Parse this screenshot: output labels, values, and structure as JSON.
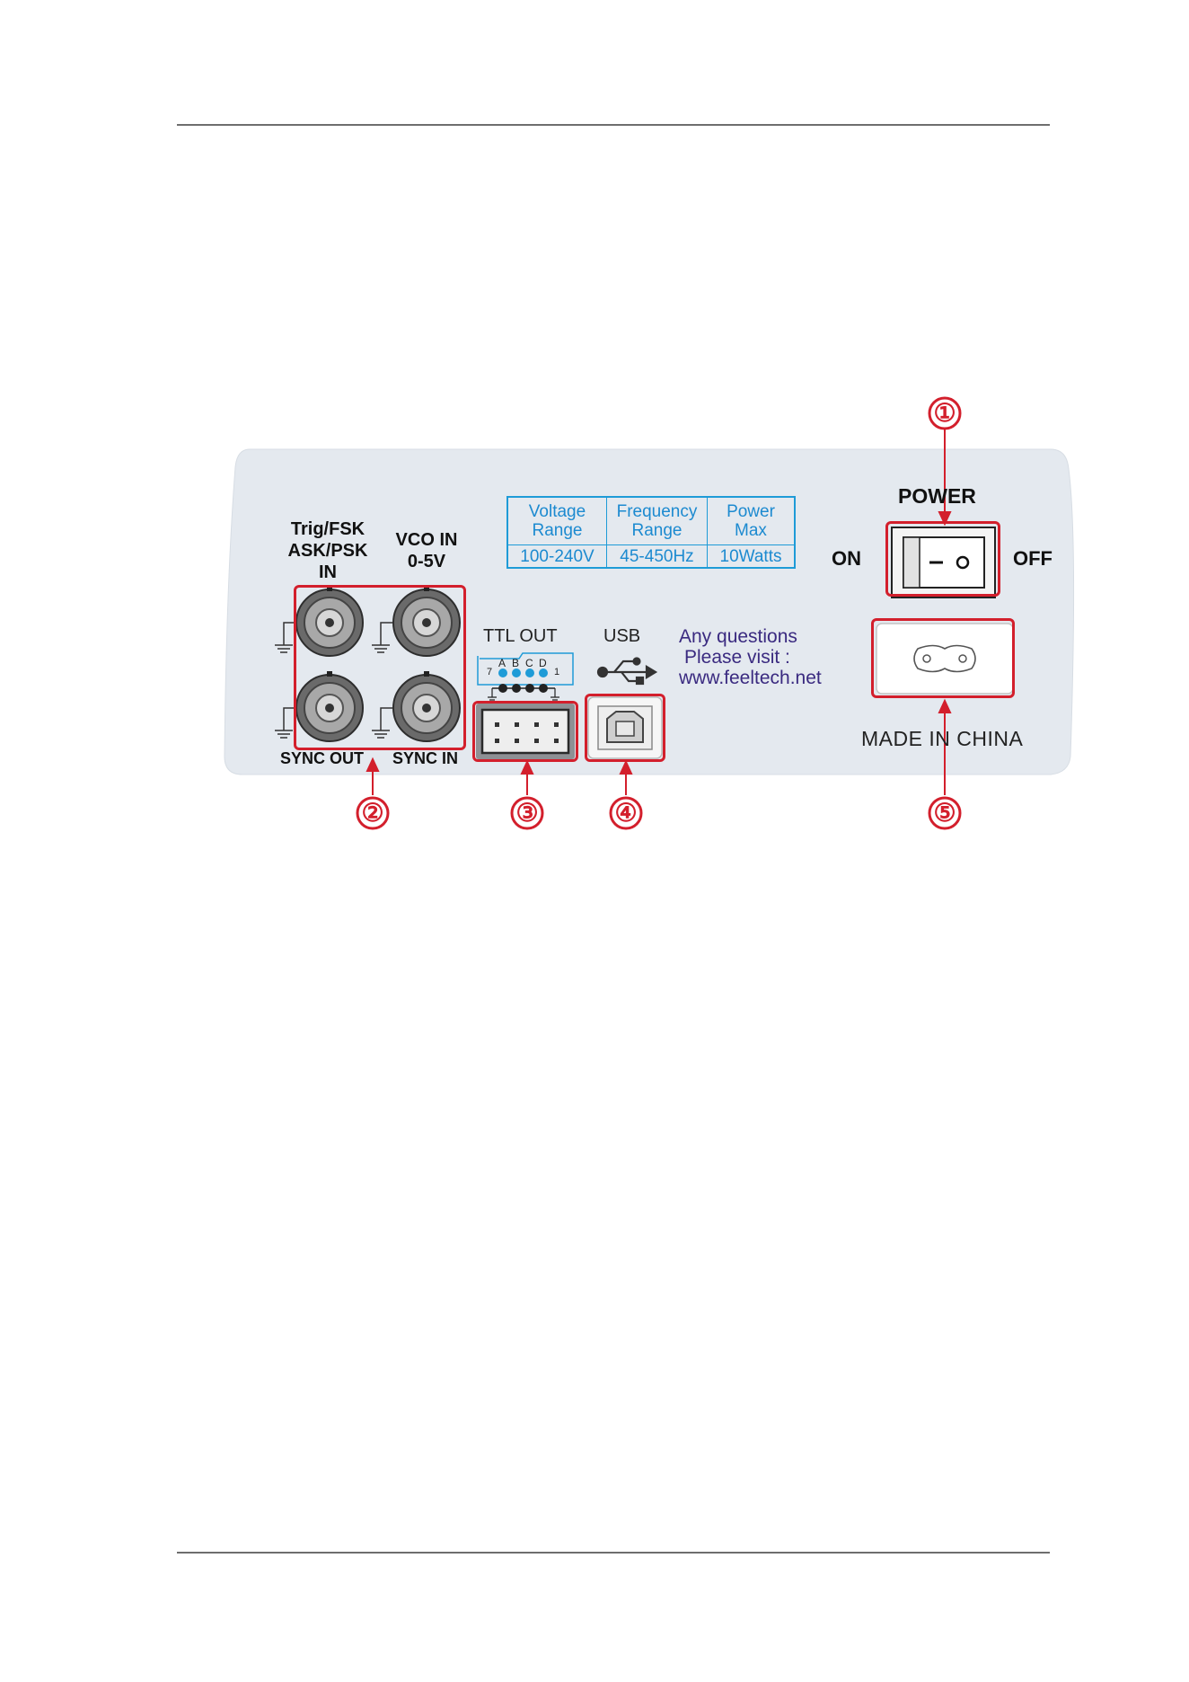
{
  "panel": {
    "bnc_labels": {
      "trig_line1": "Trig/FSK",
      "trig_line2": "ASK/PSK",
      "trig_line3": "IN",
      "vco_line1": "VCO IN",
      "vco_line2": "0-5V",
      "sync_out": "SYNC OUT",
      "sync_in": "SYNC IN"
    },
    "spec_table": {
      "headers": [
        "Voltage\nRange",
        "Frequency\nRange",
        "Power\nMax"
      ],
      "values": [
        "100-240V",
        "45-450Hz",
        "10Watts"
      ]
    },
    "ttl": {
      "label": "TTL OUT",
      "pin_letters": [
        "A",
        "B",
        "C",
        "D"
      ],
      "pin_left": "7",
      "pin_right": "1"
    },
    "usb": {
      "label": "USB"
    },
    "contact": {
      "line1": "Any questions",
      "line2": "Please visit :",
      "line3": "www.feeltech.net"
    },
    "power": {
      "title": "POWER",
      "on": "ON",
      "off": "OFF"
    },
    "made_in": "MADE IN CHINA"
  },
  "callouts": [
    "①",
    "②",
    "③",
    "④",
    "⑤"
  ],
  "colors": {
    "panel_bg": "#e4e9ef",
    "highlight": "#d31f2c",
    "spec_blue": "#1c8ad0",
    "contact_text": "#3a2a80"
  }
}
